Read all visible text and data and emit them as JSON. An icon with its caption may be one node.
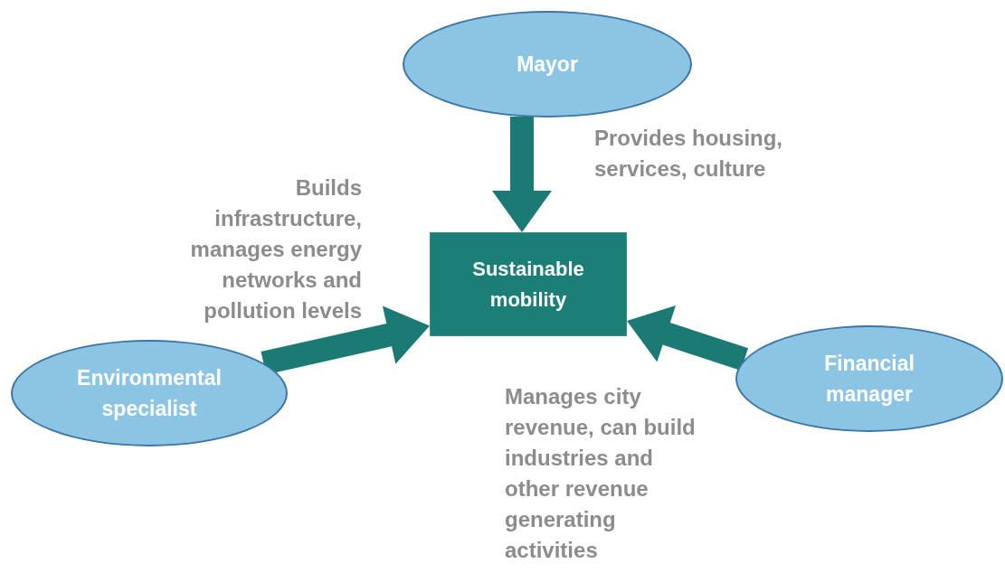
{
  "diagram": {
    "nodes": [
      {
        "text": [
          "Mayor"
        ]
      },
      {
        "text": [
          "Sustainable mobility"
        ]
      },
      {
        "text": [
          "Environmental specialist"
        ]
      },
      {
        "text": [
          "Financial manager"
        ]
      }
    ],
    "edges": [
      {
        "from": 0,
        "to": 1,
        "arrow": "to",
        "label": "Provides housing, services, culture"
      },
      {
        "from": 2,
        "to": 1,
        "arrow": "to",
        "label": "Builds infrastructure, manages energy networks and pollution levels"
      },
      {
        "from": 3,
        "to": 1,
        "arrow": "to",
        "label": "Manages city revenue, can build industries and other revenue generating activities"
      }
    ]
  }
}
